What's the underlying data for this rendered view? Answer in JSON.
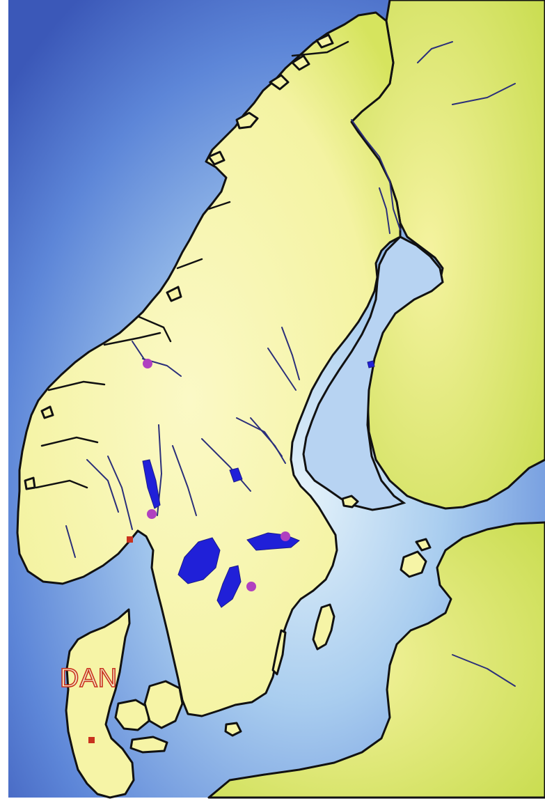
{
  "map": {
    "labels": {
      "denmark": "DAN"
    },
    "colors": {
      "sea_deep": "#3d61c4",
      "sea_light": "#cfe6f7",
      "land": "#f8f6a8",
      "land_shade": "#cfe05a",
      "coastline": "#111111",
      "river": "#2b2f7a",
      "lake": "#2020d8",
      "city_marker": "#b040c0",
      "red_marker": "#c8321e",
      "label_text": "#c8321e"
    },
    "markers": [
      {
        "name": "city",
        "kind": "purple-dot"
      },
      {
        "name": "city",
        "kind": "purple-dot"
      },
      {
        "name": "city",
        "kind": "purple-dot"
      },
      {
        "name": "city",
        "kind": "purple-dot"
      },
      {
        "name": "town",
        "kind": "red-square"
      },
      {
        "name": "town",
        "kind": "red-square"
      }
    ]
  }
}
